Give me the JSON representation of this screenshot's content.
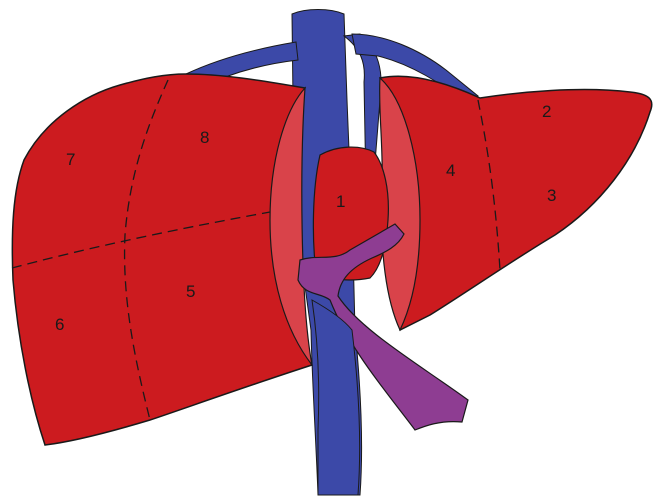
{
  "colors": {
    "liver": "#cc1b1f",
    "liver_cut": "#d9434a",
    "ivc": "#3c49a8",
    "portal_vein": "#8e3d92",
    "outline": "#1a1a1a"
  },
  "segments": [
    "1",
    "2",
    "3",
    "4",
    "5",
    "6",
    "7",
    "8"
  ]
}
